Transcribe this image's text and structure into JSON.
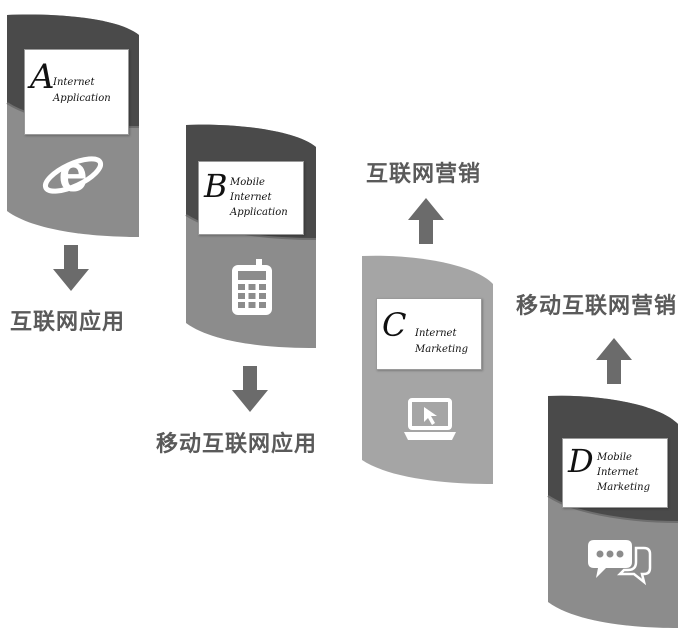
{
  "stages": [
    {
      "letter": "A",
      "name_lines": [
        "Internet",
        "Application"
      ],
      "icon": "internet-explorer-icon",
      "caption": "互联网应用",
      "arrow": "down"
    },
    {
      "letter": "B",
      "name_lines": [
        "Mobile",
        "Internet",
        "Application"
      ],
      "icon": "calculator-phone-icon",
      "caption": "移动互联网应用",
      "arrow": "down"
    },
    {
      "letter": "C",
      "name_lines": [
        "Internet",
        "Marketing"
      ],
      "icon": "laptop-cursor-icon",
      "caption": "互联网营销",
      "arrow": "up"
    },
    {
      "letter": "D",
      "name_lines": [
        "Mobile",
        "Internet",
        "Marketing"
      ],
      "icon": "chat-bubbles-icon",
      "caption": "移动互联网营销",
      "arrow": "up"
    }
  ],
  "colors": {
    "card_dark": "#4a4a4a",
    "card_mid": "#8c8c8c",
    "card_light": "#a5a5a5",
    "arrow": "#6b6b6b",
    "caption": "#5a5a5a"
  }
}
